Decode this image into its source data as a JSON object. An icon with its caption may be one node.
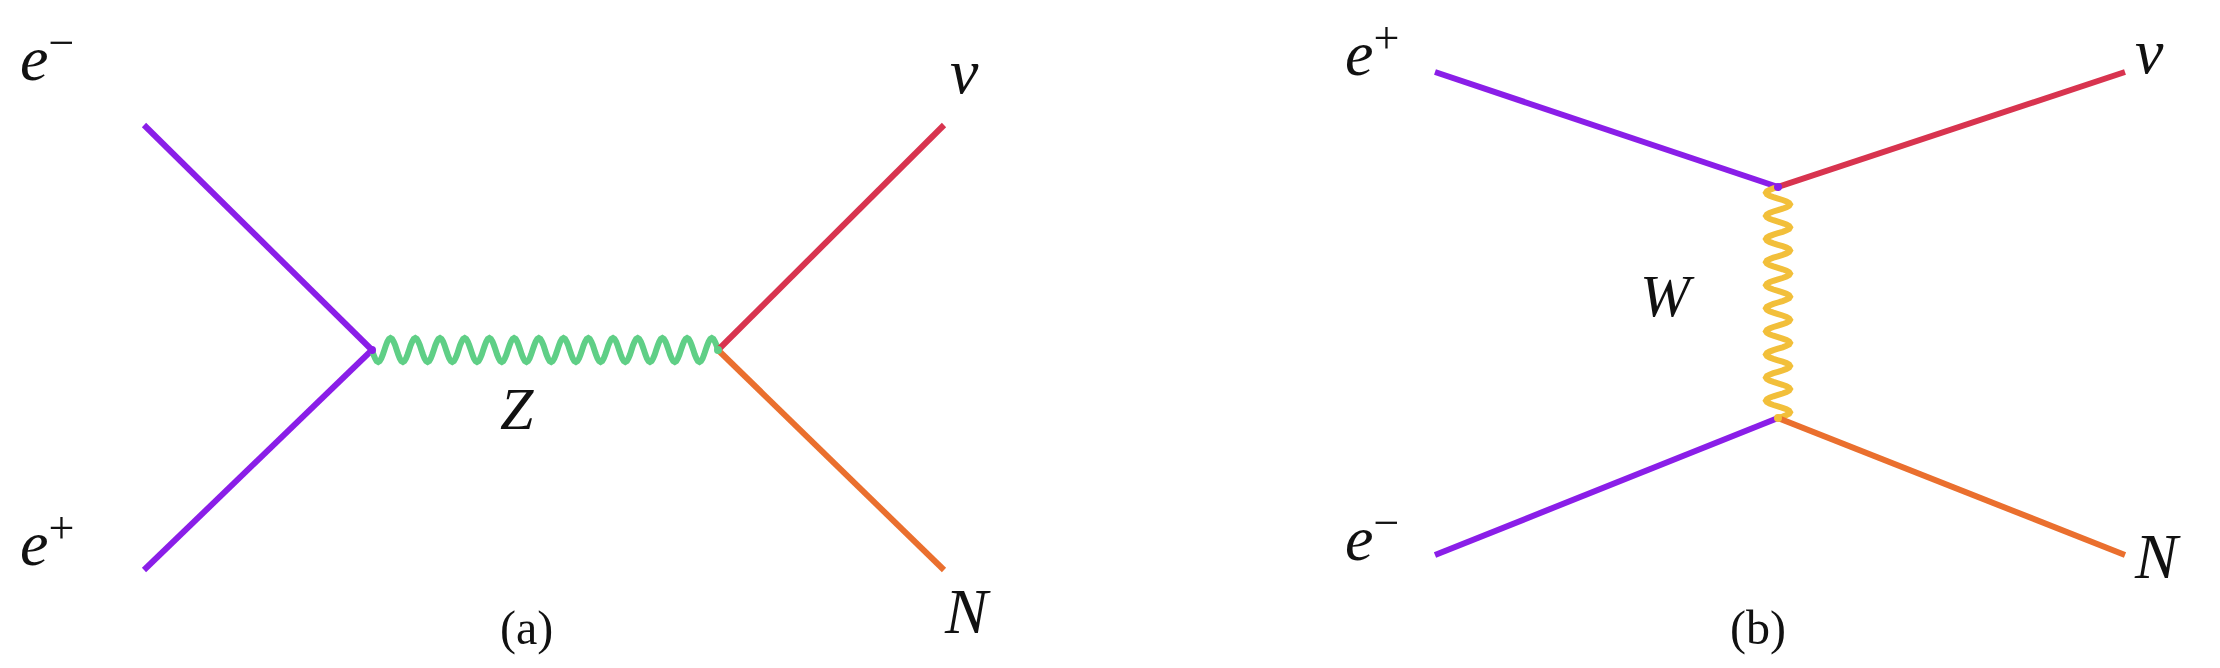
{
  "diagram": {
    "nodes": [
      {
        "text": [
          "e$^{−}$"
        ]
      },
      {
        "text": [
          "e$^{+}$"
        ]
      },
      {
        "text": [],
        "shape": "point"
      },
      {
        "text": [],
        "shape": "point"
      },
      {
        "text": [
          "ν"
        ]
      },
      {
        "text": [
          "N"
        ]
      },
      {
        "text": [
          "e$^{+}$"
        ]
      },
      {
        "text": [
          "e$^{−}$"
        ]
      },
      {
        "text": [],
        "shape": "point"
      },
      {
        "text": [],
        "shape": "point"
      },
      {
        "text": [
          "ν"
        ]
      },
      {
        "text": [
          "N"
        ]
      }
    ],
    "edges": [
      {
        "from": 0,
        "to": 2,
        "arrow": "none",
        "color": "#8a1ee8"
      },
      {
        "from": 1,
        "to": 2,
        "arrow": "none",
        "color": "#8a1ee8"
      },
      {
        "from": 2,
        "to": 3,
        "arrow": "none",
        "label": "Z",
        "color": "#5fcf86"
      },
      {
        "from": 3,
        "to": 4,
        "arrow": "none",
        "color": "#d8344f"
      },
      {
        "from": 3,
        "to": 5,
        "arrow": "none",
        "color": "#ea6f2e"
      },
      {
        "from": 6,
        "to": 8,
        "arrow": "none",
        "color": "#8a1ee8"
      },
      {
        "from": 7,
        "to": 9,
        "arrow": "none",
        "color": "#8a1ee8"
      },
      {
        "from": 8,
        "to": 9,
        "arrow": "none",
        "label": "W",
        "color": "#f2bf3a"
      },
      {
        "from": 8,
        "to": 10,
        "arrow": "none",
        "color": "#d8344f"
      },
      {
        "from": 9,
        "to": 11,
        "arrow": "none",
        "color": "#ea6f2e"
      }
    ],
    "labels": [
      "(a)",
      "(b)"
    ]
  }
}
